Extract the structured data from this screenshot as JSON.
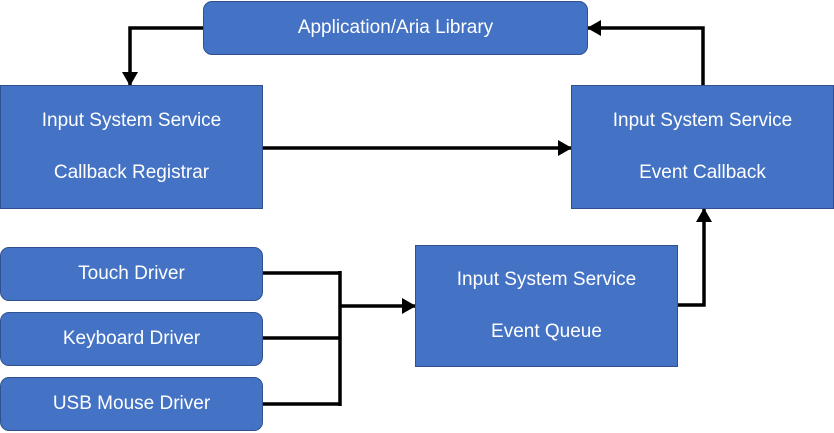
{
  "diagram": {
    "app_library": "Application/Aria Library",
    "callback_registrar": {
      "line1": "Input System Service",
      "line2": "Callback Registrar"
    },
    "event_callback": {
      "line1": "Input System Service",
      "line2": "Event Callback"
    },
    "event_queue": {
      "line1": "Input System Service",
      "line2": "Event Queue"
    },
    "drivers": [
      "Touch Driver",
      "Keyboard Driver",
      "USB Mouse Driver"
    ]
  },
  "colors": {
    "box_fill": "#4472c4",
    "box_border": "#2f528f",
    "text": "#ffffff",
    "connector": "#000000"
  }
}
